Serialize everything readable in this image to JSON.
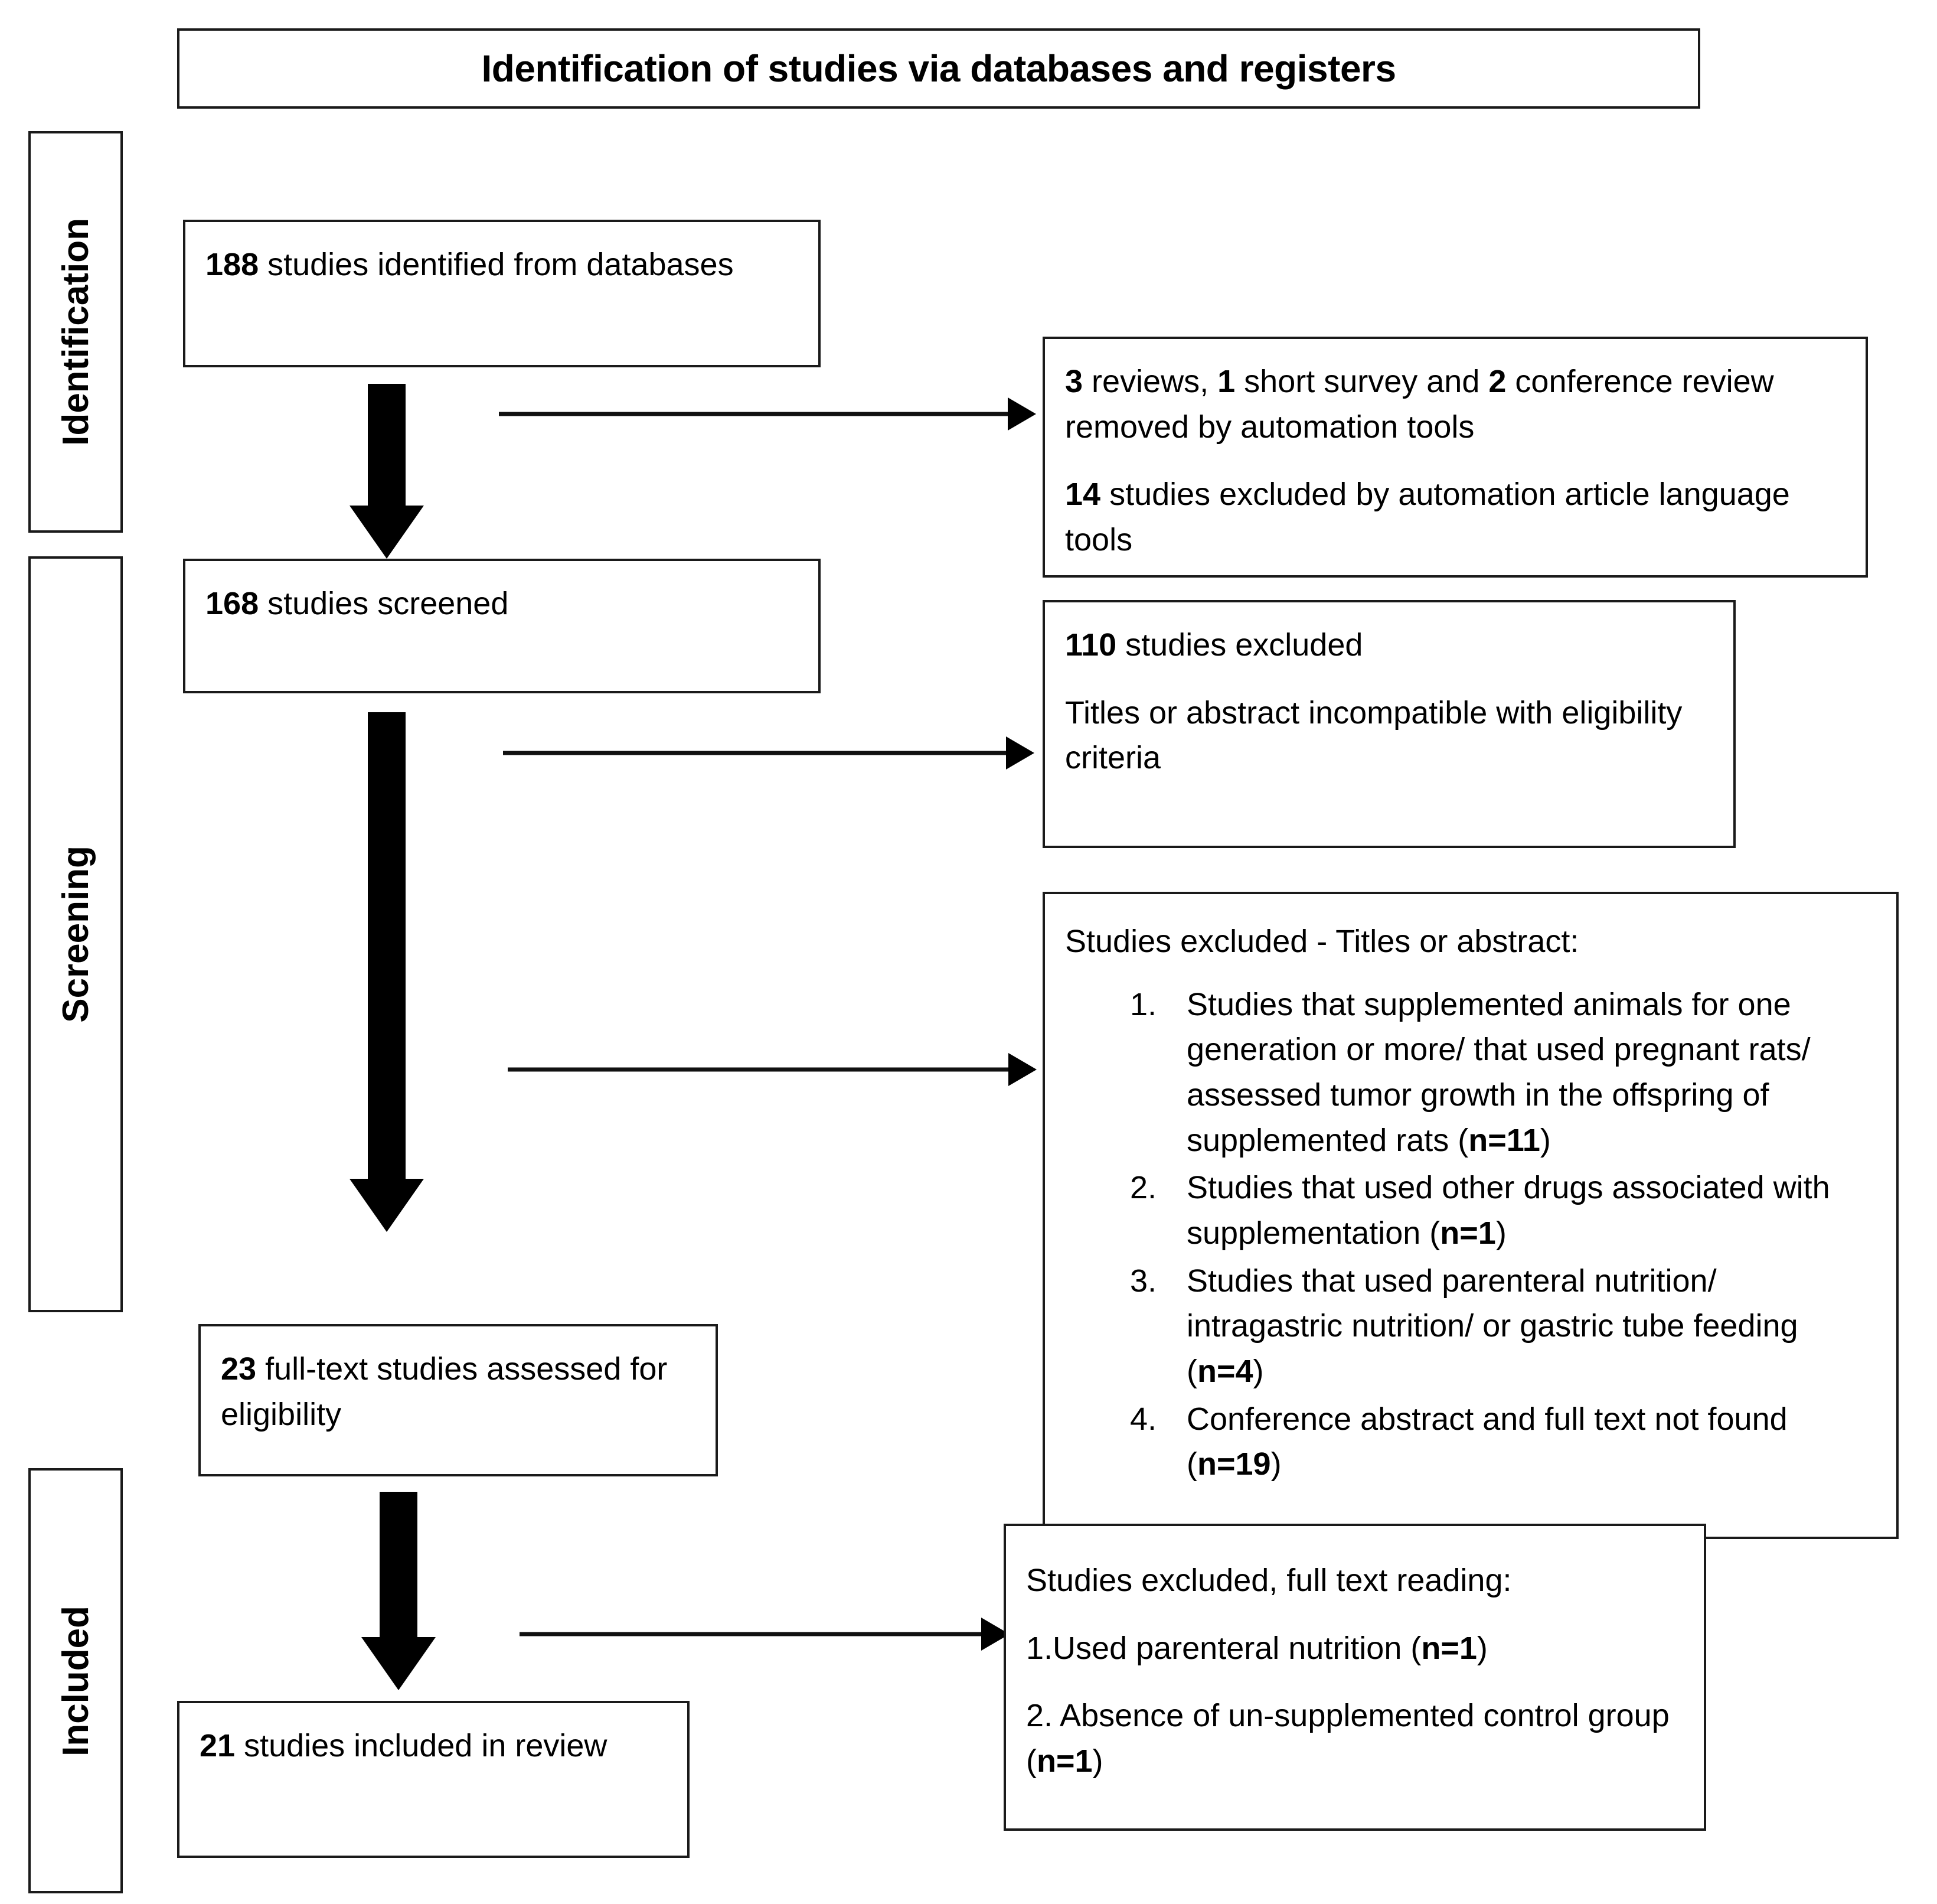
{
  "diagram": {
    "title": "Identification of studies via databases and registers",
    "stages": [
      {
        "label": "Identification"
      },
      {
        "label": "Screening"
      },
      {
        "label": "Included"
      }
    ],
    "boxes": {
      "identified": {
        "count": "188",
        "text": " studies identified from databases"
      },
      "automation_excluded": {
        "line1_pre": "3",
        "line1_mid": " reviews, ",
        "line1_b2": "1",
        "line1_mid2": " short survey and ",
        "line1_b3": "2",
        "line1_post": " conference review removed by automation tools",
        "line2_pre": "14",
        "line2_post": " studies excluded by automation article language tools"
      },
      "screened": {
        "count": "168",
        "text": " studies screened"
      },
      "title_abstract_excluded": {
        "count": "110",
        "count_text": " studies excluded",
        "reason": "Titles or abstract incompatible with eligibility criteria"
      },
      "screening_exclusions": {
        "heading": "Studies excluded - Titles or abstract:",
        "items": [
          {
            "text": "Studies that supplemented animals for one generation or more/ that used pregnant rats/ assessed tumor growth in the offspring of supplemented rats (",
            "n": "n=11",
            "tail": ")"
          },
          {
            "text": "Studies that used other drugs associated with supplementation (",
            "n": "n=1",
            "tail": ")"
          },
          {
            "text": "Studies that used parenteral nutrition/ intragastric nutrition/ or gastric tube feeding (",
            "n": "n=4",
            "tail": ")"
          },
          {
            "text": "Conference abstract and full text not found (",
            "n": "n=19",
            "tail": ")"
          }
        ]
      },
      "full_text_assessed": {
        "count": "23",
        "text": " full-text studies assessed for eligibility"
      },
      "fulltext_exclusions": {
        "heading": "Studies excluded, full text reading:",
        "item1_pre": "1.Used parenteral nutrition (",
        "item1_n": "n=1",
        "item1_post": ")",
        "item2_pre": "2. Absence of un-supplemented control group (",
        "item2_n": "n=1",
        "item2_post": ")"
      },
      "included": {
        "count": "21",
        "text": " studies included in review"
      }
    }
  }
}
